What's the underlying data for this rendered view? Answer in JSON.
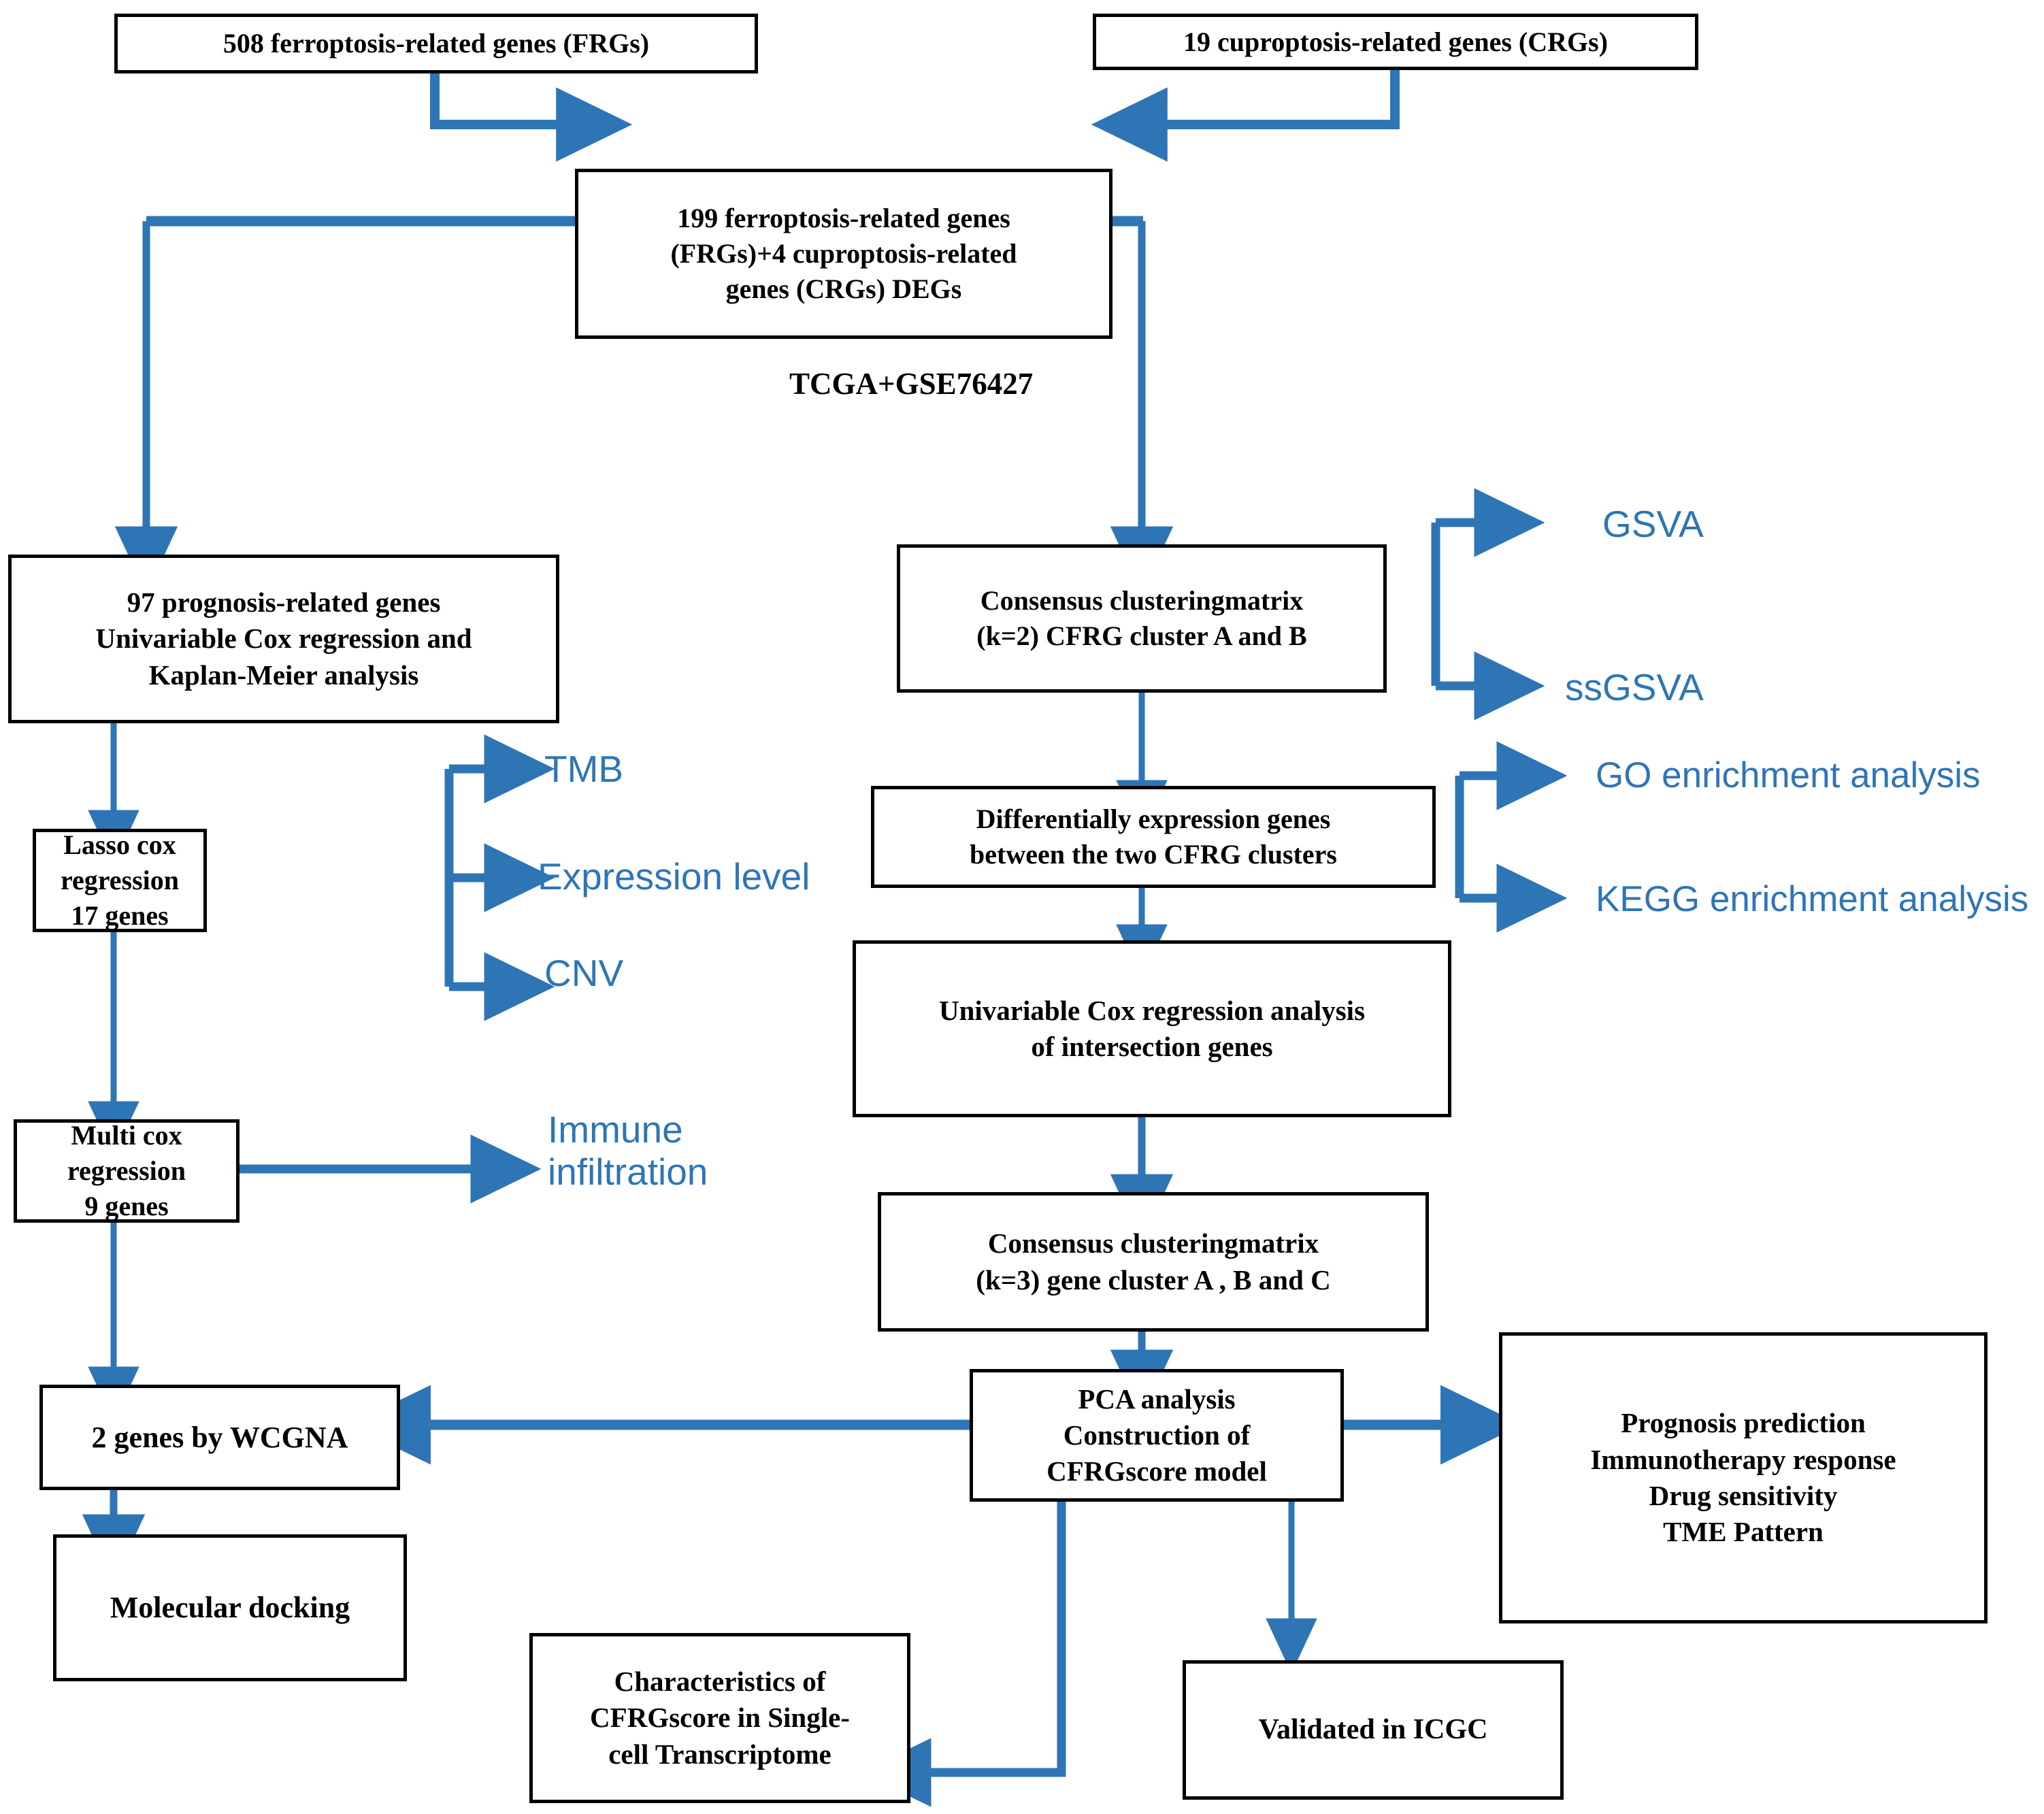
{
  "diagram": {
    "title": "Ferroptosis and cuproptosis related gene analysis workflow",
    "accent_color": "#2E75B6",
    "box_border_color": "#000000",
    "background_color": "#FFFFFF"
  },
  "nodes": {
    "frg_source": {
      "label": "508  ferroptosis-related genes (FRGs)"
    },
    "crg_source": {
      "label": "19 cuproptosis-related genes (CRGs)"
    },
    "degs": {
      "line1": "199 ferroptosis-related genes",
      "line2": "(FRGs)+4 cuproptosis-related",
      "line3": "genes (CRGs)  DEGs"
    },
    "prognosis_genes": {
      "line1": "97 prognosis-related genes",
      "line2": "Univariable Cox regression and",
      "line3": "Kaplan-Meier analysis"
    },
    "lasso": {
      "line1": "Lasso  cox regression",
      "line2": "17 genes"
    },
    "multicox": {
      "line1": "Multi cox regression",
      "line2": "9 genes"
    },
    "wgcna": {
      "label": "2  genes by WCGNA"
    },
    "docking": {
      "label": "Molecular docking"
    },
    "consensus_k2": {
      "line1": "Consensus clusteringmatrix",
      "line2": "(k=2) CFRG cluster A and B"
    },
    "deg_clusters": {
      "line1": "Differentially expression genes",
      "line2": "between the two CFRG clusters"
    },
    "univar_cox_intersect": {
      "line1": "Univariable Cox regression analysis",
      "line2": "of intersection genes"
    },
    "consensus_k3": {
      "line1": "Consensus clusteringmatrix",
      "line2": "(k=3) gene cluster A , B and C"
    },
    "pca": {
      "line1": "PCA analysis",
      "line2": "Construction of",
      "line3": "CFRGscore model"
    },
    "outcomes": {
      "line1": "Prognosis prediction",
      "line2": "Immunotherapy response",
      "line3": "Drug sensitivity",
      "line4": "TME Pattern"
    },
    "single_cell": {
      "line1": "Characteristics of",
      "line2": "CFRGscore in Single-",
      "line3": "cell Transcriptome"
    },
    "icgc": {
      "label": "Validated in ICGC"
    }
  },
  "blue_labels": {
    "gsva": "GSVA",
    "ssgsva": "ssGSVA",
    "go": "GO enrichment analysis",
    "kegg": "KEGG enrichment analysis",
    "tmb": "TMB",
    "expression_level": "Expression level",
    "cnv": "CNV",
    "immune_line1": "Immune",
    "immune_line2": "infiltration"
  },
  "edge_labels": {
    "datasets": "TCGA+GSE76427"
  }
}
